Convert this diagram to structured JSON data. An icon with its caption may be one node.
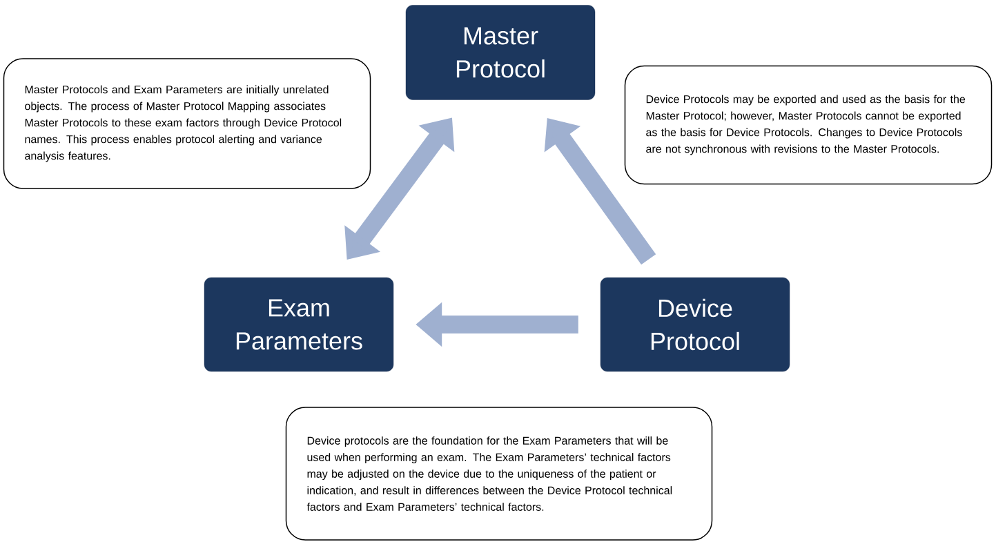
{
  "diagram": {
    "nodes": [
      {
        "text": [
          "Master Protocol"
        ]
      },
      {
        "text": [
          "Exam Parameters"
        ]
      },
      {
        "text": [
          "Device Protocol"
        ]
      },
      {
        "text": [
          "Master Protocols and Exam Parameters are initially unrelated objects. The process of Master Protocol Mapping associates Master Protocols to these exam factors through Device Protocol names. This process enables protocol alerting and variance analysis features."
        ]
      },
      {
        "text": [
          "Device Protocols may be exported and used as the basis for the Master Protocol; however, Master Protocols cannot be exported as the basis for Device Protocols. Changes to Device Protocols are not synchronous with revisions to the Master Protocols."
        ]
      },
      {
        "text": [
          "Device protocols are the foundation for the Exam Parameters that will be used when performing an exam. The Exam Parameters’ technical factors may be adjusted on the device due to the uniqueness of the patient or indication, and result in differences between the Device Protocol technical factors and Exam Parameters’ technical factors."
        ]
      }
    ],
    "edges": [
      {
        "from": 0,
        "to": 1,
        "arrow": "both"
      },
      {
        "from": 2,
        "to": 0,
        "arrow": "to"
      },
      {
        "from": 2,
        "to": 1,
        "arrow": "to"
      }
    ]
  }
}
